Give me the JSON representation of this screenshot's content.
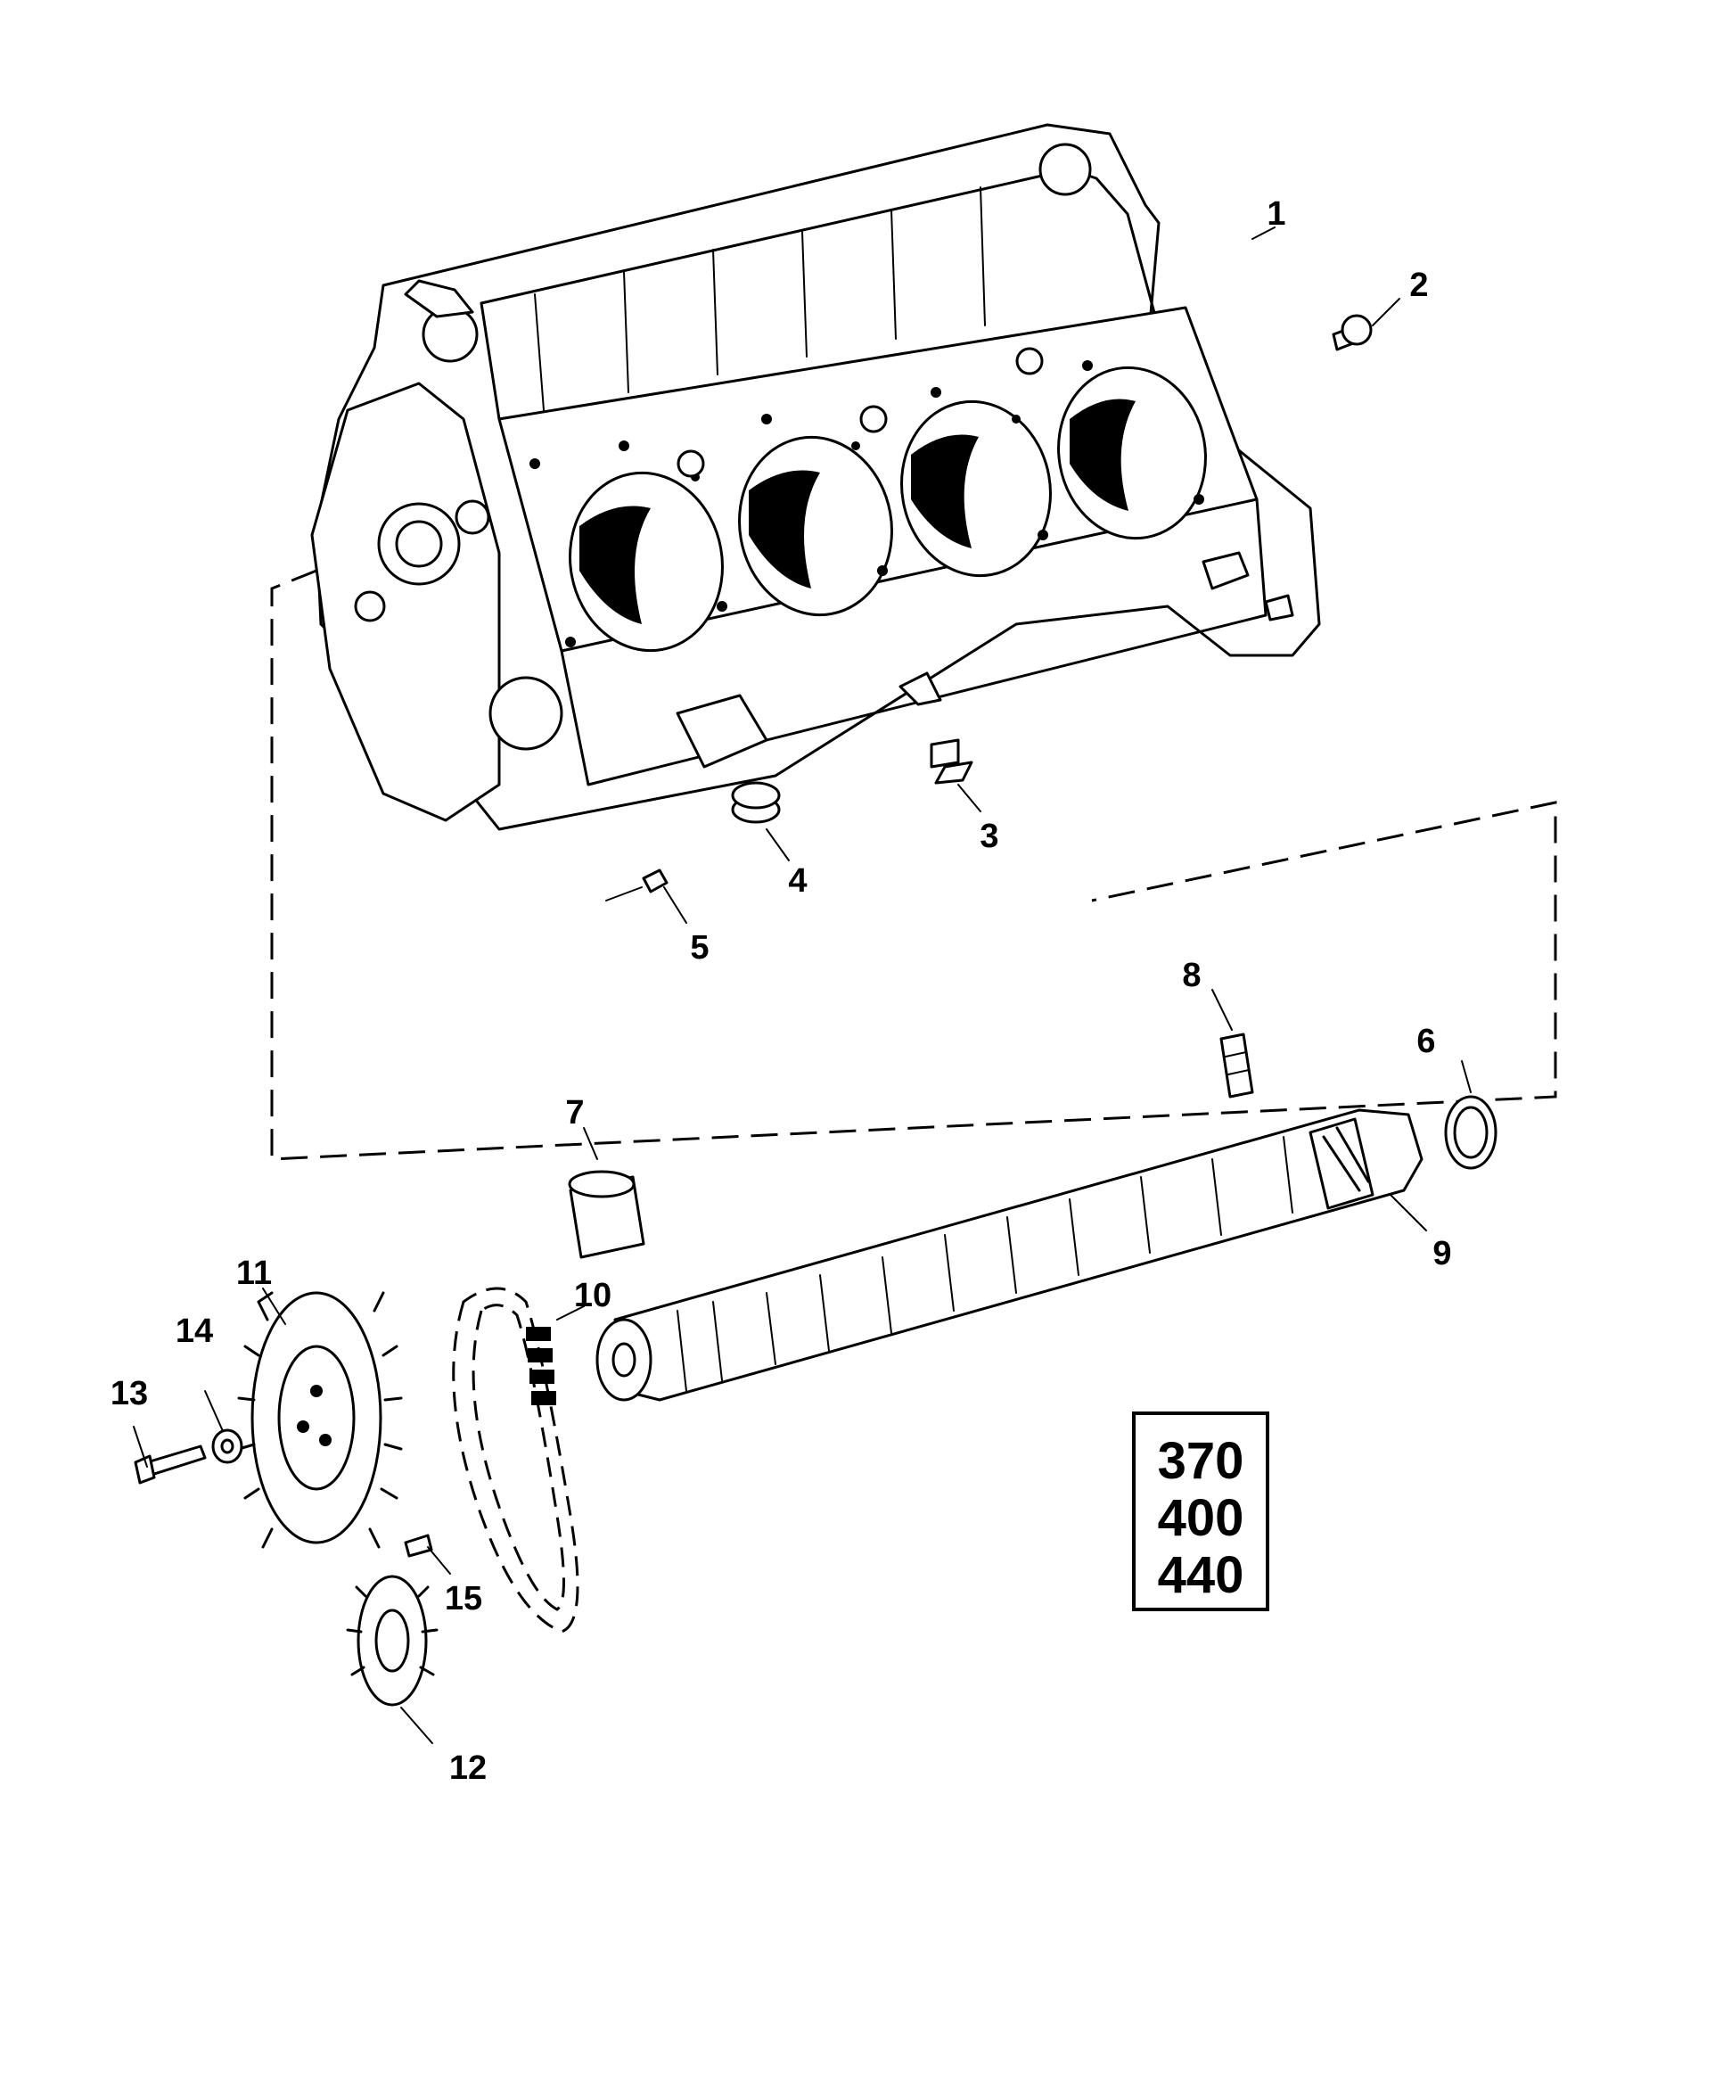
{
  "callouts": [
    {
      "id": "1",
      "label": "1"
    },
    {
      "id": "2",
      "label": "2"
    },
    {
      "id": "3",
      "label": "3"
    },
    {
      "id": "4",
      "label": "4"
    },
    {
      "id": "5",
      "label": "5"
    },
    {
      "id": "6",
      "label": "6"
    },
    {
      "id": "7",
      "label": "7"
    },
    {
      "id": "8",
      "label": "8"
    },
    {
      "id": "9",
      "label": "9"
    },
    {
      "id": "10",
      "label": "10"
    },
    {
      "id": "11",
      "label": "11"
    },
    {
      "id": "12",
      "label": "12"
    },
    {
      "id": "13",
      "label": "13"
    },
    {
      "id": "14",
      "label": "14"
    },
    {
      "id": "15",
      "label": "15"
    }
  ],
  "model_box": {
    "lines": [
      "370",
      "400",
      "440"
    ]
  }
}
